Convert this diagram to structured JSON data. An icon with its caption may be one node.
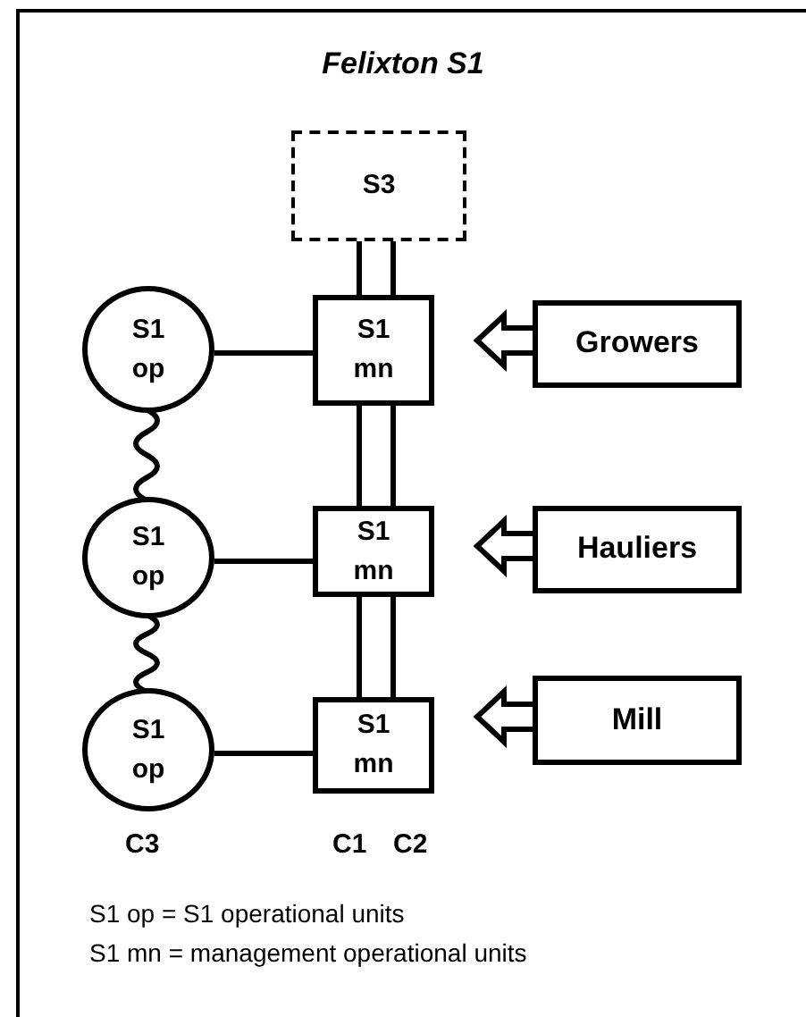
{
  "diagram": {
    "title": "Felixton S1",
    "nodes": [
      {
        "text": [
          "S3"
        ]
      },
      {
        "text": [
          "S1 op"
        ]
      },
      {
        "text": [
          "S1 mn"
        ]
      },
      {
        "text": [
          "Growers"
        ]
      },
      {
        "text": [
          "S1 op"
        ]
      },
      {
        "text": [
          "S1 mn"
        ]
      },
      {
        "text": [
          "Hauliers"
        ]
      },
      {
        "text": [
          "S1 op"
        ]
      },
      {
        "text": [
          "S1 mn"
        ]
      },
      {
        "text": [
          "Mill"
        ]
      }
    ],
    "edges": [
      {
        "from": 0,
        "to": 2,
        "arrow": "none"
      },
      {
        "from": 0,
        "to": 2,
        "arrow": "none"
      },
      {
        "from": 1,
        "to": 2,
        "arrow": "none"
      },
      {
        "from": 3,
        "to": 2,
        "arrow": "to"
      },
      {
        "from": 1,
        "to": 4,
        "arrow": "none"
      },
      {
        "from": 2,
        "to": 5,
        "arrow": "none"
      },
      {
        "from": 2,
        "to": 5,
        "arrow": "none"
      },
      {
        "from": 4,
        "to": 5,
        "arrow": "none"
      },
      {
        "from": 6,
        "to": 5,
        "arrow": "to"
      },
      {
        "from": 4,
        "to": 7,
        "arrow": "none"
      },
      {
        "from": 5,
        "to": 8,
        "arrow": "none"
      },
      {
        "from": 5,
        "to": 8,
        "arrow": "none"
      },
      {
        "from": 7,
        "to": 8,
        "arrow": "none"
      },
      {
        "from": 9,
        "to": 8,
        "arrow": "to"
      }
    ],
    "labels": [
      "C3",
      "C1",
      "C2",
      "S1 op = S1 operational units",
      "S1 mn = management operational units"
    ]
  }
}
